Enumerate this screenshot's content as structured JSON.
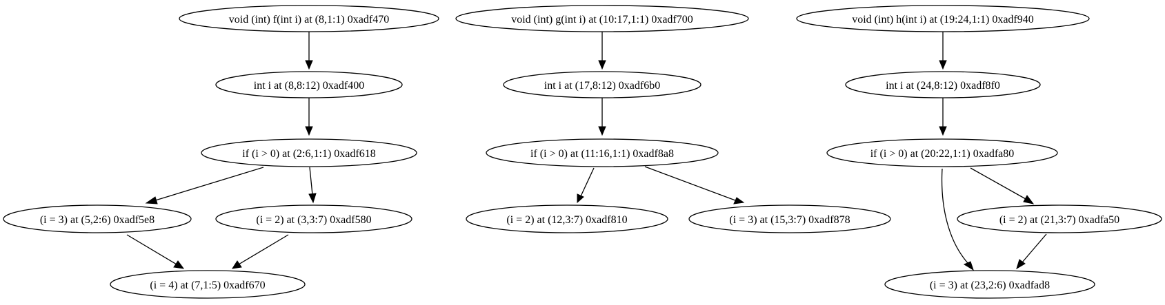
{
  "graph": {
    "nodes": [
      {
        "id": "f_func",
        "label": "void (int) f(int i)  at (8,1:1) 0xadf470"
      },
      {
        "id": "f_param",
        "label": "int i  at (8,8:12) 0xadf400"
      },
      {
        "id": "f_if",
        "label": "if (i > 0) at (2:6,1:1) 0xadf618"
      },
      {
        "id": "f_a1",
        "label": "(i = 3)  at (5,2:6) 0xadf5e8"
      },
      {
        "id": "f_a2",
        "label": "(i = 2)  at (3,3:7) 0xadf580"
      },
      {
        "id": "f_a3",
        "label": "(i = 4)  at (7,1:5) 0xadf670"
      },
      {
        "id": "g_func",
        "label": "void (int) g(int i)  at (10:17,1:1) 0xadf700"
      },
      {
        "id": "g_param",
        "label": "int i  at (17,8:12) 0xadf6b0"
      },
      {
        "id": "g_if",
        "label": "if (i > 0) at (11:16,1:1) 0xadf8a8"
      },
      {
        "id": "g_a1",
        "label": "(i = 2)  at (12,3:7) 0xadf810"
      },
      {
        "id": "g_a2",
        "label": "(i = 3)  at (15,3:7) 0xadf878"
      },
      {
        "id": "h_func",
        "label": "void (int) h(int i)  at (19:24,1:1) 0xadf940"
      },
      {
        "id": "h_param",
        "label": "int i  at (24,8:12) 0xadf8f0"
      },
      {
        "id": "h_if",
        "label": "if (i > 0) at (20:22,1:1) 0xadfa80"
      },
      {
        "id": "h_a1",
        "label": "(i = 2)  at (21,3:7) 0xadfa50"
      },
      {
        "id": "h_a2",
        "label": "(i = 3)  at (23,2:6) 0xadfad8"
      }
    ],
    "edges": [
      {
        "from": "f_func",
        "to": "f_param"
      },
      {
        "from": "f_param",
        "to": "f_if"
      },
      {
        "from": "f_if",
        "to": "f_a1"
      },
      {
        "from": "f_if",
        "to": "f_a2"
      },
      {
        "from": "f_a1",
        "to": "f_a3"
      },
      {
        "from": "f_a2",
        "to": "f_a3"
      },
      {
        "from": "g_func",
        "to": "g_param"
      },
      {
        "from": "g_param",
        "to": "g_if"
      },
      {
        "from": "g_if",
        "to": "g_a1"
      },
      {
        "from": "g_if",
        "to": "g_a2"
      },
      {
        "from": "h_func",
        "to": "h_param"
      },
      {
        "from": "h_param",
        "to": "h_if"
      },
      {
        "from": "h_if",
        "to": "h_a1"
      },
      {
        "from": "h_if",
        "to": "h_a2"
      },
      {
        "from": "h_a1",
        "to": "h_a2"
      }
    ],
    "colors": {
      "stroke": "#000000",
      "fill": "#ffffff",
      "background": "#ffffff"
    }
  }
}
